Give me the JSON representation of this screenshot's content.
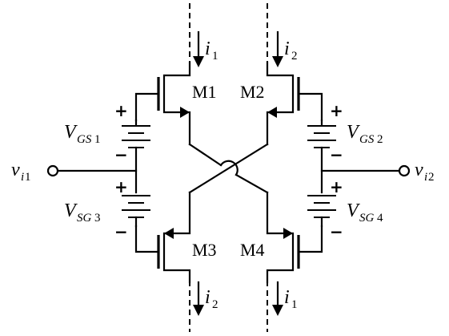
{
  "diagram": {
    "transistors": [
      {
        "id": "M1",
        "label": "M1"
      },
      {
        "id": "M2",
        "label": "M2"
      },
      {
        "id": "M3",
        "label": "M3"
      },
      {
        "id": "M4",
        "label": "M4"
      }
    ],
    "sources": [
      {
        "id": "VGS1",
        "main": "V",
        "sub": "GS",
        "num": "1"
      },
      {
        "id": "VGS2",
        "main": "V",
        "sub": "GS",
        "num": "2"
      },
      {
        "id": "VSG3",
        "main": "V",
        "sub": "SG",
        "num": "3"
      },
      {
        "id": "VSG4",
        "main": "V",
        "sub": "SG",
        "num": "4"
      }
    ],
    "currents": {
      "top_left": {
        "main": "i",
        "num": "1"
      },
      "top_right": {
        "main": "i",
        "num": "2"
      },
      "bottom_left": {
        "main": "i",
        "num": "2"
      },
      "bottom_right": {
        "main": "i",
        "num": "1"
      }
    },
    "inputs": {
      "left": {
        "main": "v",
        "sub": "i",
        "num": "1"
      },
      "right": {
        "main": "v",
        "sub": "i",
        "num": "2"
      }
    },
    "signs": {
      "plus": "+",
      "minus": "−"
    }
  }
}
